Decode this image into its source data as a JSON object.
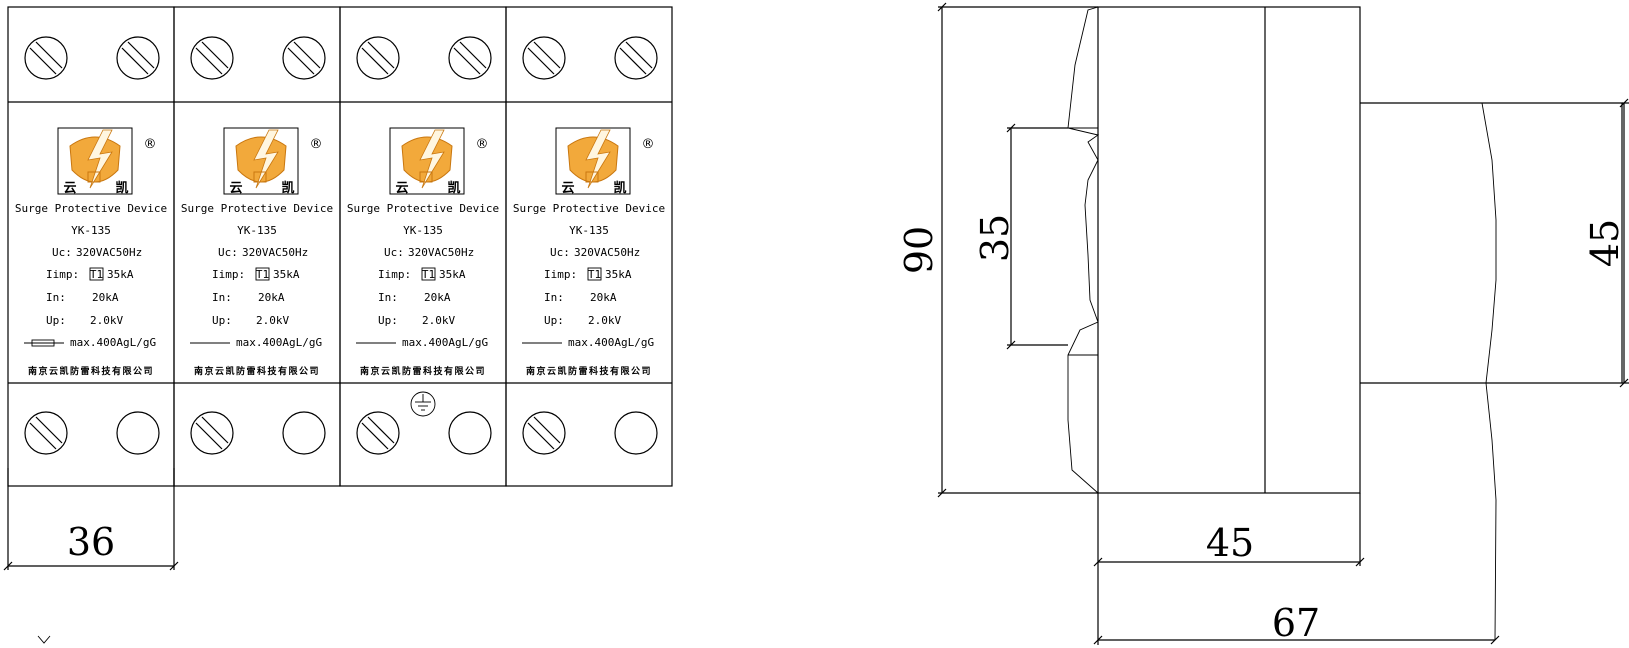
{
  "device": {
    "title": "Surge Protective Device",
    "model": "YK-135",
    "uc_label": "Uc:",
    "uc_value": "320VAC50Hz",
    "imp_label": "Iimp:",
    "imp_class": "T1",
    "imp_value": "35kA",
    "in_label": "In:",
    "in_value": "20kA",
    "up_label": "Up:",
    "up_value": "2.0kV",
    "fuse_value": "max.400AgL/gG",
    "company": "南京云凯防雷科技有限公司",
    "registered_mark": "®",
    "logo_text_left": "云",
    "logo_text_right": "凯"
  },
  "modules": [
    {
      "name": "module-1",
      "ground": false
    },
    {
      "name": "module-2",
      "ground": false
    },
    {
      "name": "module-3",
      "ground": true
    },
    {
      "name": "module-4",
      "ground": false
    }
  ],
  "dimensions": {
    "module_width": "36",
    "total_height": "90",
    "rail_slot": "35",
    "front_height": "45",
    "body_depth": "45",
    "total_depth": "67"
  },
  "colors": {
    "logo_orange": "#f2a93b",
    "logo_dark": "#c9770f",
    "line": "#000000"
  },
  "icons": [
    "terminal-screw-icon",
    "ground-symbol-icon",
    "fuse-symbol-icon",
    "lightning-shield-logo-icon"
  ]
}
